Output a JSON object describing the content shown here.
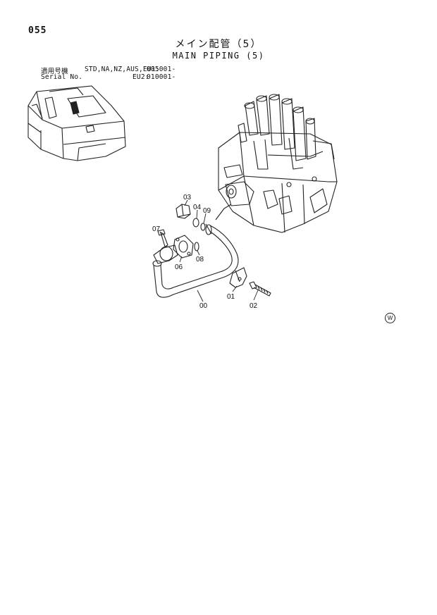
{
  "page_number": "055",
  "title_jp": "メイン配管（5）",
  "title_en": "MAIN PIPING (5)",
  "applicability": {
    "label_jp": "適用号機",
    "label_en": "Serial No.",
    "models": "STD,NA,NZ,AUS,EU1:",
    "serial_1": "005001-",
    "region_2": "EU2:",
    "serial_2": "010001-"
  },
  "part_labels": [
    "03",
    "04",
    "09",
    "07",
    "06",
    "08",
    "00",
    "01",
    "02"
  ],
  "watermark_symbol": "W"
}
